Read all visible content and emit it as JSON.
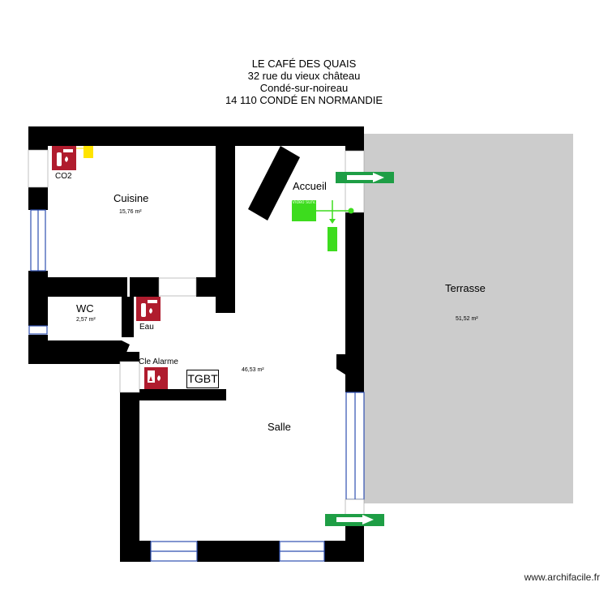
{
  "header": {
    "line1": "LE CAFÉ DES QUAIS",
    "line2": "32 rue du vieux château",
    "line3": "Condé-sur-noireau",
    "line4": "14 110 CONDÉ EN NORMANDIE"
  },
  "rooms": {
    "cuisine": {
      "name": "Cuisine",
      "area": "15,76 m²"
    },
    "accueil": {
      "name": "Accueil"
    },
    "wc": {
      "name": "WC",
      "area": "2,57 m²"
    },
    "salle": {
      "name": "Salle",
      "area": "46,53 m²"
    },
    "terrasse": {
      "name": "Terrasse",
      "area": "51,52 m²"
    }
  },
  "labels": {
    "co2": "CO2",
    "eau": "Eau",
    "cle_alarme": "Cle Alarme",
    "tgbt": "TGBT",
    "video": "Vidéo\nsurv."
  },
  "colors": {
    "wall": "#000000",
    "terrace": "#cccccc",
    "exit_sign": "#1e9e45",
    "fire_equipment": "#b01c2e",
    "video_surveillance": "#3ddc1e",
    "alarm_yellow": "#ffe400",
    "window": "#2f4fb0"
  },
  "icons": [
    "fire-extinguisher-icon",
    "fire-alarm-icon",
    "emergency-exit-arrow-icon",
    "video-camera-icon"
  ],
  "credit": "www.archifacile.fr"
}
